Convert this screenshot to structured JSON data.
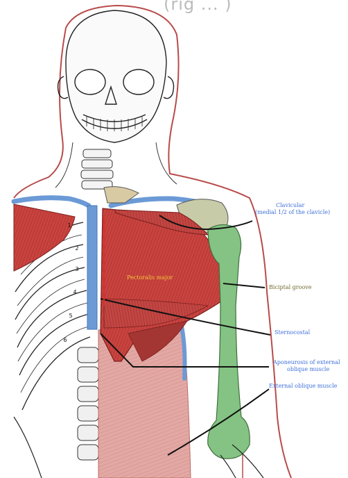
{
  "header": {
    "partial_title": "(rig ... )"
  },
  "labels": {
    "clavicular": "Clavicular",
    "clavicular_sub": "(medial 1/2 of the clavicle)",
    "pectoralis": "Pectoralis major",
    "bicipital": "Biciptal groove",
    "sternocostal": "Sternocostal",
    "aponeurosis": "Aponeurosis of external",
    "aponeurosis_sub": "oblique muscle",
    "external_oblique": "External oblique muscle"
  },
  "rib_numbers": [
    "1",
    "2",
    "3",
    "4",
    "5",
    "6"
  ],
  "colors": {
    "muscle": "#c9433f",
    "bone_highlight": "#6b9ad6",
    "humerus": "#84c383",
    "oblique": "#d98a86",
    "outline": "#b94a4a"
  }
}
